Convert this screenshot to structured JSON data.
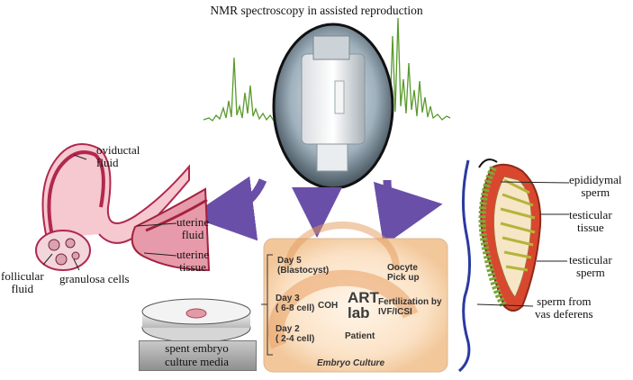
{
  "title": "NMR spectroscopy in assisted reproduction",
  "left_labels": {
    "oviductal": "oviductal",
    "fluid": "fluid",
    "uterine_fluid_1": "uterine",
    "uterine_fluid_2": "fluid",
    "uterine_tissue_1": "uterine",
    "uterine_tissue_2": "tissue",
    "follicular_1": "follicular",
    "follicular_2": "fluid",
    "granulosa": "granulosa cells"
  },
  "right_labels": {
    "epididymal_1": "epididymal",
    "epididymal_2": "sperm",
    "testicular_tissue_1": "testicular",
    "testicular_tissue_2": "tissue",
    "testicular_sperm_1": "testicular",
    "testicular_sperm_2": "sperm",
    "vas_1": "sperm from",
    "vas_2": "vas deferens"
  },
  "media": {
    "line1": "spent embryo",
    "line2": "culture media"
  },
  "art_lab": {
    "day5_1": "Day 5",
    "day5_2": "(Blastocyst)",
    "oocyte_1": "Oocyte",
    "oocyte_2": "Pick up",
    "day3_1": "Day 3",
    "day3_2": "( 6-8 cell)",
    "coh": "COH",
    "center_1": "ART",
    "center_2": "lab",
    "fert_1": "Fertilization by",
    "fert_2": "IVF/ICSI",
    "day2_1": "Day 2",
    "day2_2": "( 2-4 cell)",
    "patient": "Patient",
    "culture": "Embryo Culture"
  },
  "colors": {
    "spectrum": "#5a9a2c",
    "arrow": "#6a4fa8",
    "tissue": "#c0355a",
    "vas": "#2a3aa0",
    "epididymis": "#7aa83a",
    "testis": "#e0634a"
  }
}
